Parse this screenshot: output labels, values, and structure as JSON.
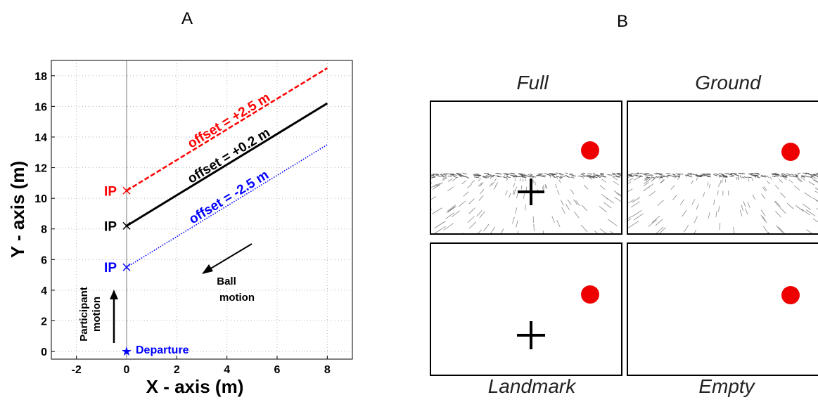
{
  "panels": {
    "a_label": "A",
    "b_label": "B"
  },
  "chart_data": {
    "type": "line",
    "xlabel": "X - axis (m)",
    "ylabel": "Y - axis (m)",
    "xlim": [
      -3,
      9
    ],
    "ylim": [
      -0.5,
      19
    ],
    "xticks": [
      -2,
      0,
      2,
      4,
      6,
      8
    ],
    "yticks": [
      0,
      2,
      4,
      6,
      8,
      10,
      12,
      14,
      16,
      18
    ],
    "grid": true,
    "series": [
      {
        "name": "offset = +2.5 m",
        "color": "#ff0000",
        "style": "dashed",
        "x": [
          0,
          8
        ],
        "y": [
          10.5,
          18.5
        ],
        "ip_label": "IP"
      },
      {
        "name": "offset = +0.2 m",
        "color": "#000000",
        "style": "solid",
        "x": [
          0,
          8
        ],
        "y": [
          8.2,
          16.2
        ],
        "ip_label": "IP"
      },
      {
        "name": "offset = -2.5 m",
        "color": "#0000ff",
        "style": "dotted",
        "x": [
          0,
          8
        ],
        "y": [
          5.5,
          13.5
        ],
        "ip_label": "IP"
      }
    ],
    "departure": {
      "label": "Departure",
      "x": 0,
      "y": 0,
      "color": "#0000ff"
    },
    "participant_motion": {
      "label_line1": "Participant",
      "label_line2": "motion"
    },
    "ball_motion": {
      "label_line1": "Ball",
      "label_line2": "motion"
    }
  },
  "conditions": {
    "full": "Full",
    "ground": "Ground",
    "landmark": "Landmark",
    "empty": "Empty"
  }
}
